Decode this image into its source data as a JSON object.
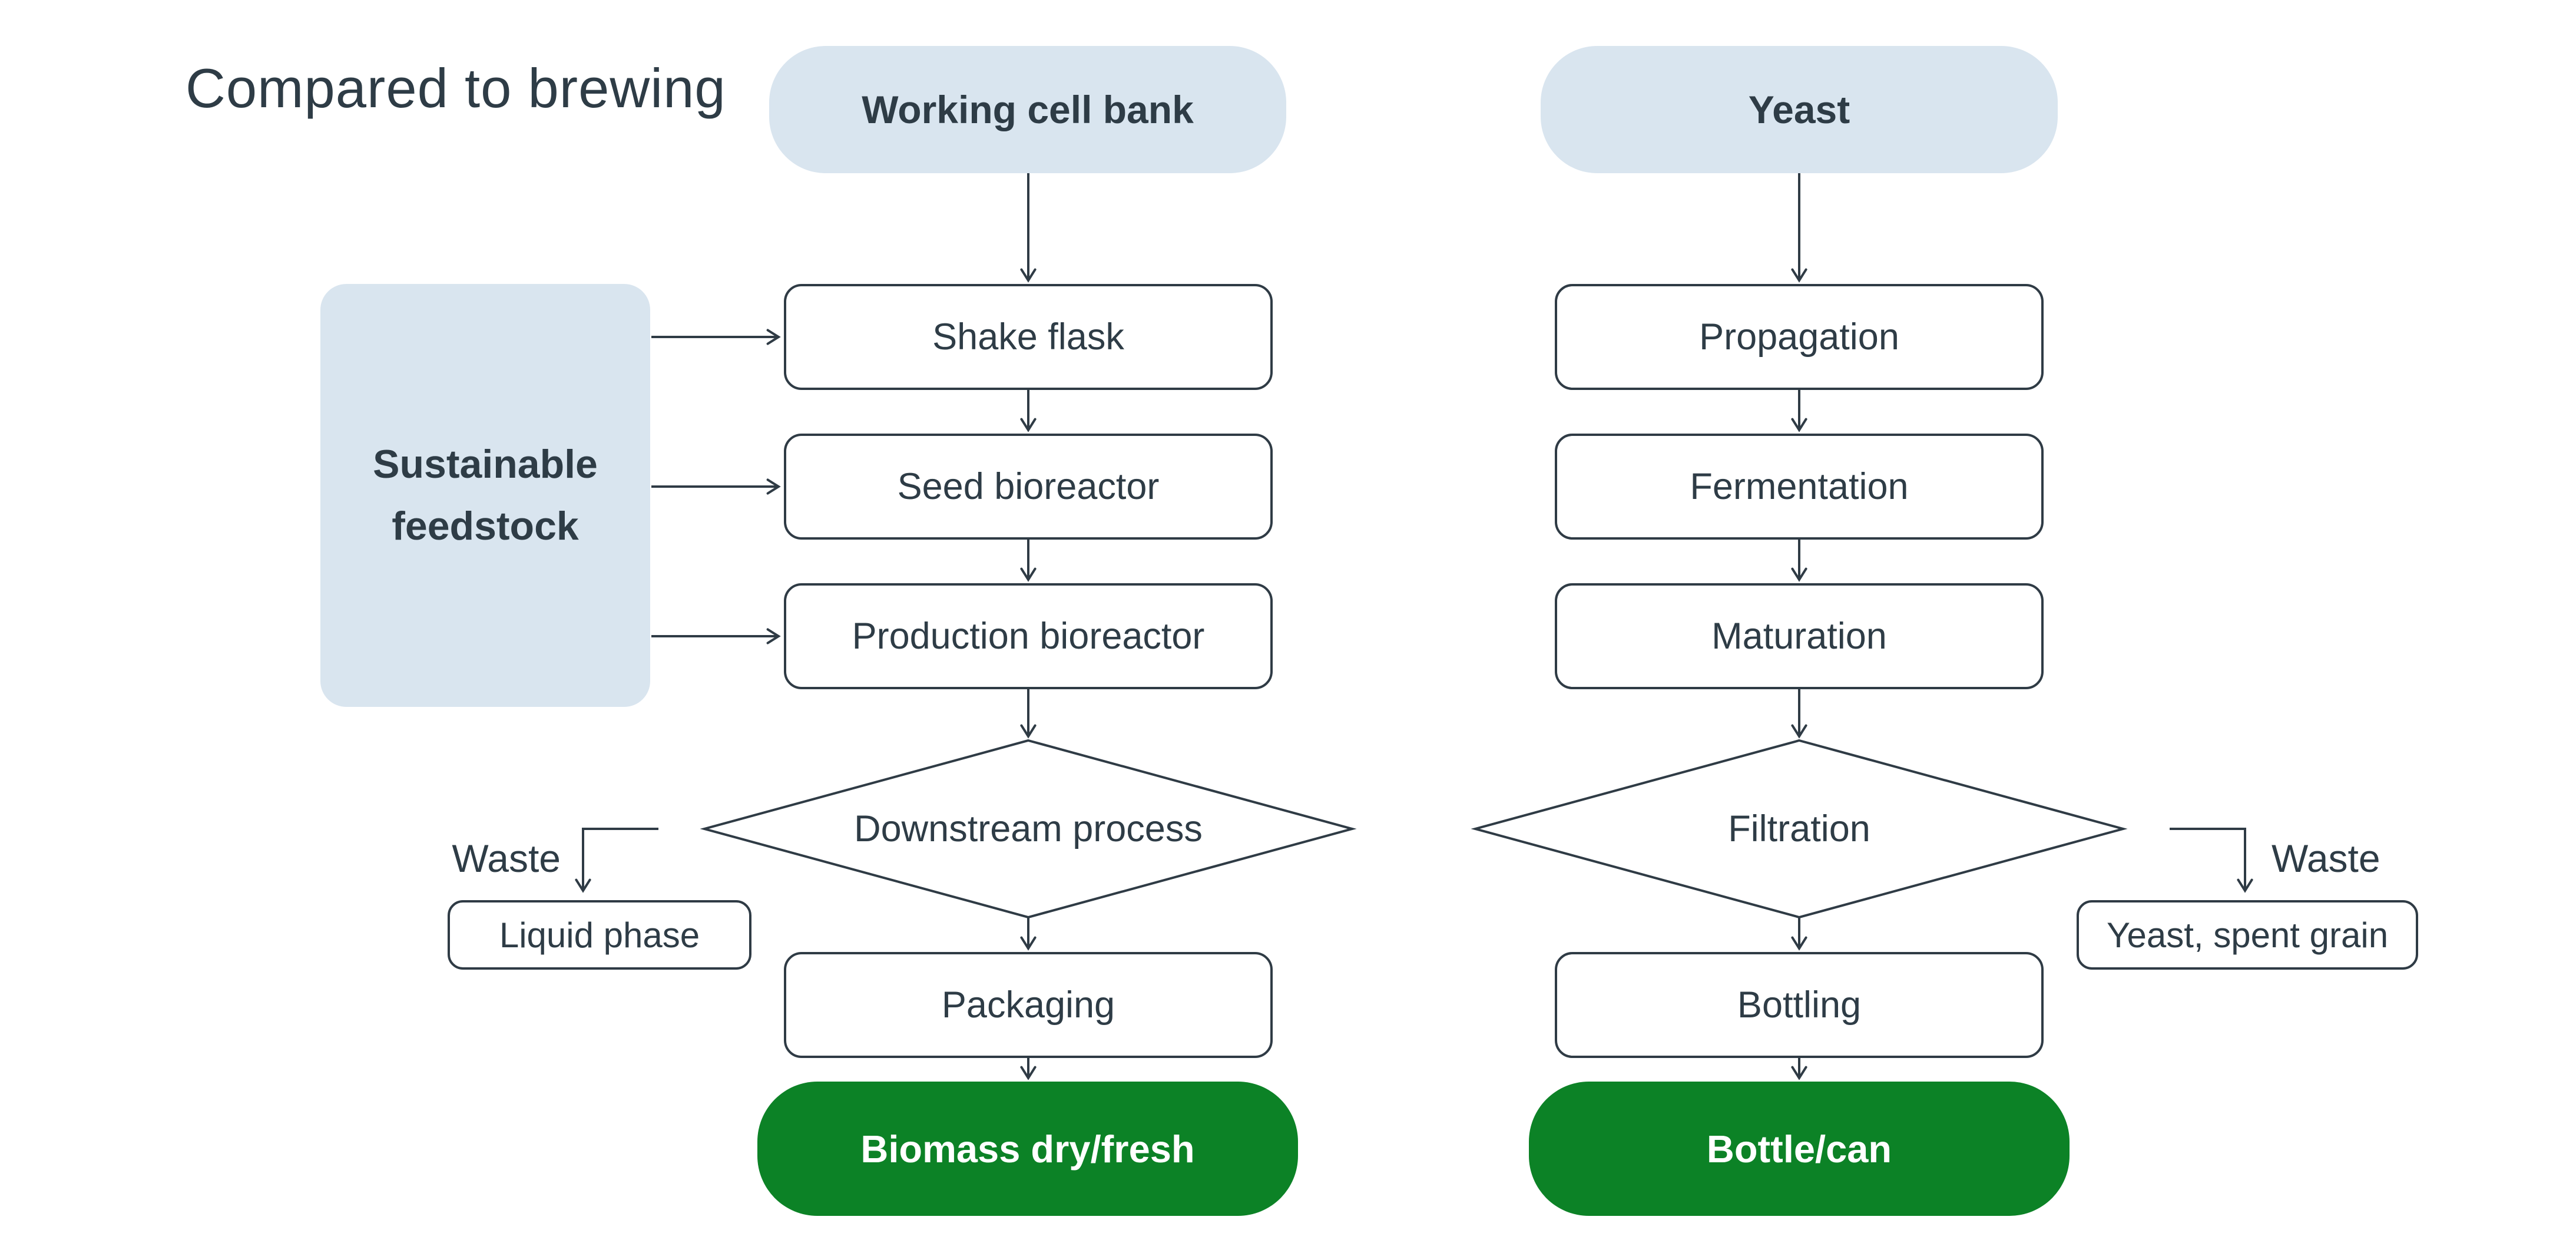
{
  "title": "Compared to brewing",
  "colors": {
    "accent_blue": "#d9e5ef",
    "accent_green": "#0c8226",
    "ink": "#2e3c46",
    "line": "#2f3b45",
    "background": "#ffffff",
    "node_text_light": "#ffffff"
  },
  "columns": {
    "left": {
      "source": "Working cell bank",
      "feedstock": "Sustainable feedstock",
      "steps": [
        "Shake flask",
        "Seed bioreactor",
        "Production bioreactor"
      ],
      "decision": "Downstream process",
      "waste_label": "Waste",
      "waste_node": "Liquid phase",
      "final_step": "Packaging",
      "output": "Biomass dry/fresh"
    },
    "right": {
      "source": "Yeast",
      "steps": [
        "Propagation",
        "Fermentation",
        "Maturation"
      ],
      "decision": "Filtration",
      "waste_label": "Waste",
      "waste_node": "Yeast, spent grain",
      "final_step": "Bottling",
      "output": "Bottle/can"
    }
  }
}
